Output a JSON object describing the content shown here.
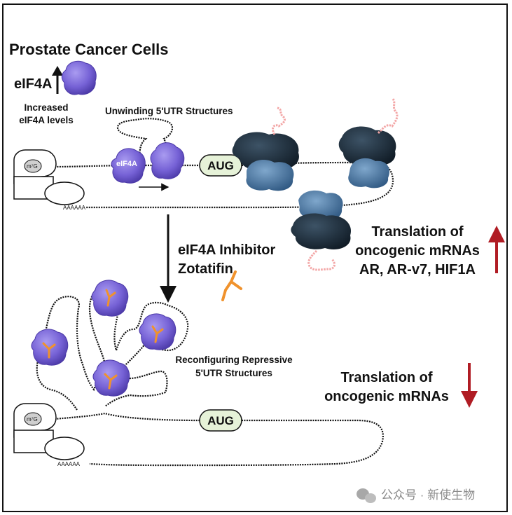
{
  "title": "Prostate Cancer Cells",
  "top": {
    "eif4a_label": "eIF4A",
    "increased_line1": "Increased",
    "increased_line2": "eIF4A levels",
    "unwinding_label": "Unwinding 5'UTR Structures",
    "helicase_label": "eIF4A",
    "cap_label": "m⁷G",
    "aug_label": "AUG",
    "polya_label": "AAAAAA",
    "translation_line1": "Translation of",
    "translation_line2": "oncogenic mRNAs",
    "translation_line3": "AR, AR-v7, HIF1A"
  },
  "inhibitor": {
    "line1": "eIF4A Inhibitor",
    "line2": "Zotatifin"
  },
  "bottom": {
    "reconfig_line1": "Reconfiguring Repressive",
    "reconfig_line2": "5'UTR Structures",
    "cap_label": "m⁷G",
    "aug_label": "AUG",
    "polya_label": "AAAAAA",
    "translation_line1": "Translation of",
    "translation_line2": "oncogenic mRNAs"
  },
  "watermark": "公众号 · 新使生物",
  "colors": {
    "protein_purple": "#7b68d8",
    "ribosome_dark": "#1e2f3d",
    "ribosome_light": "#3f6c96",
    "arrow_red": "#b01c24",
    "inhibitor_orange": "#f0922c",
    "aug_fill": "#e6f2d8",
    "peptide_pink": "#f3a6a6"
  },
  "icons": [
    "protein-blob-icon",
    "ribosome-icon",
    "inhibitor-y-icon",
    "cap-complex-icon",
    "up-arrow-icon",
    "down-arrow-icon",
    "wechat-icon"
  ]
}
